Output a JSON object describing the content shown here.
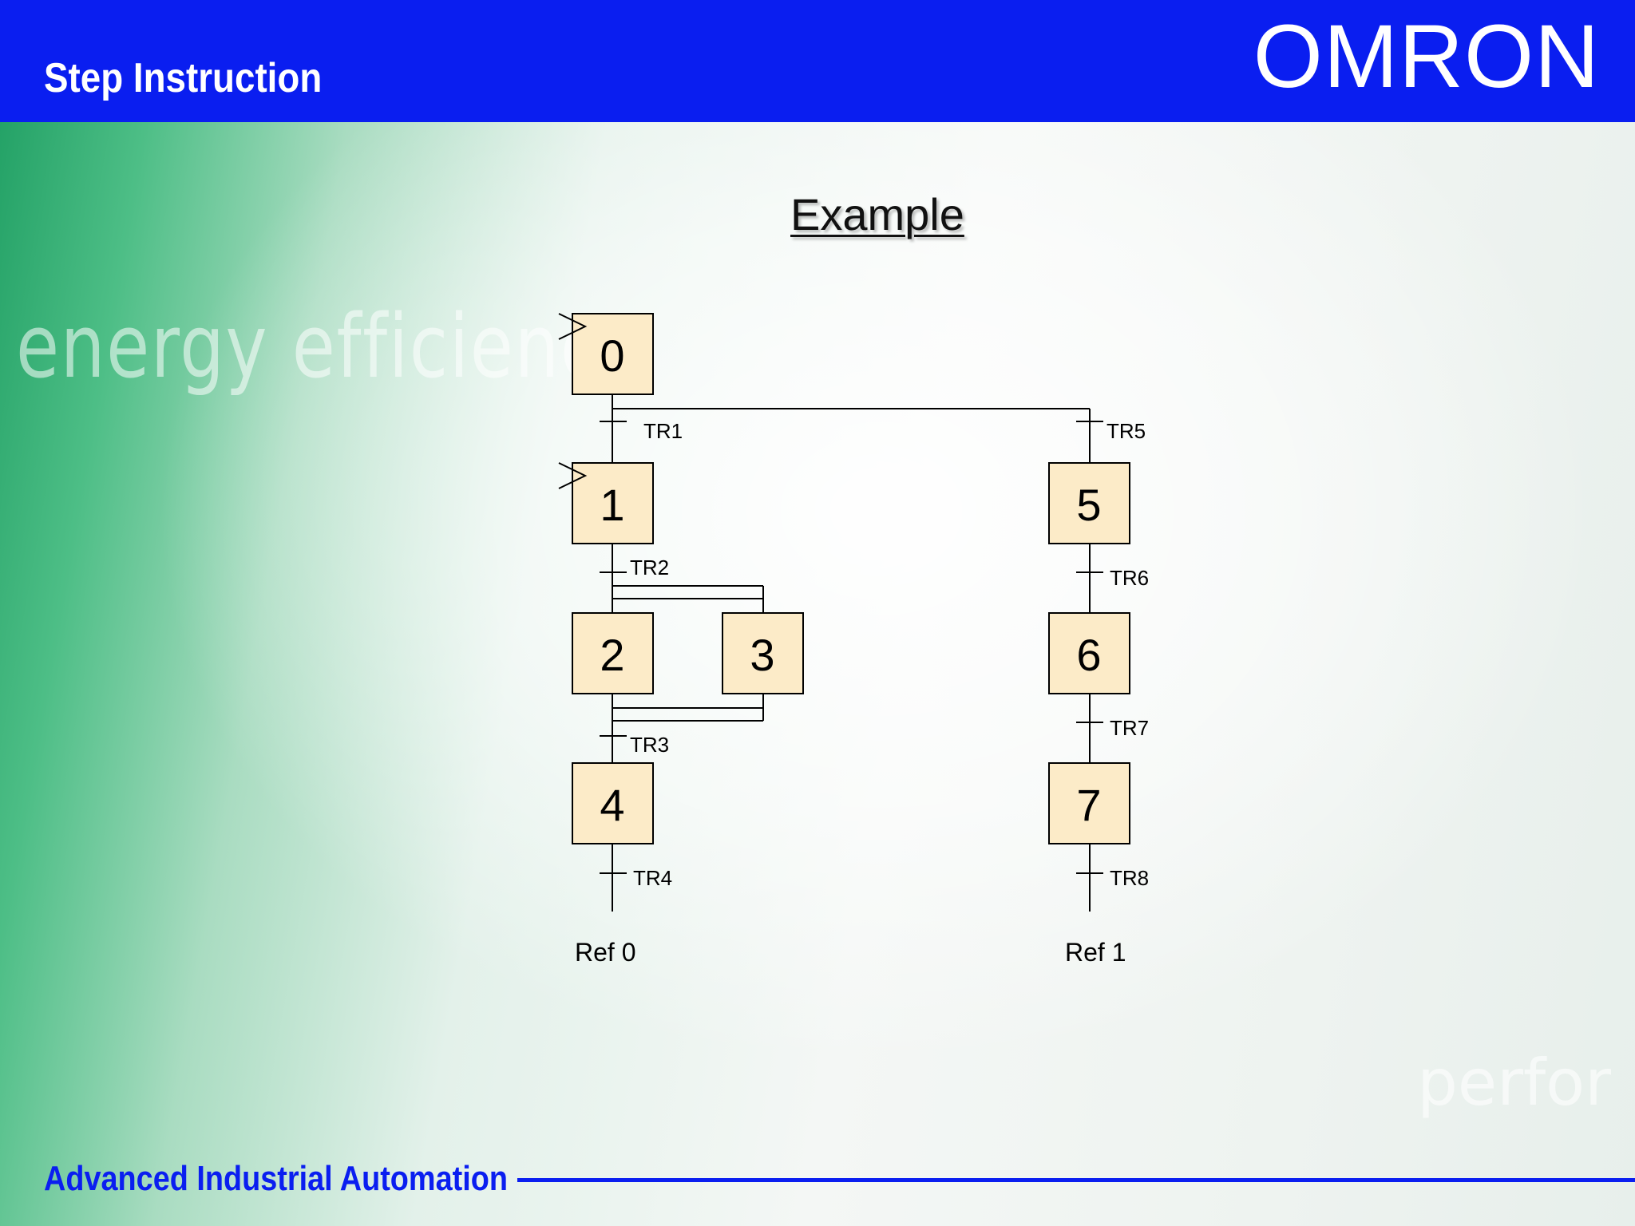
{
  "header": {
    "title": "Step Instruction",
    "brand": "OMRON"
  },
  "background": {
    "watermark_left": "energy efficiency",
    "watermark_right": "perfor"
  },
  "diagram": {
    "title": "Example",
    "steps": [
      {
        "id": "step-0",
        "label": "0",
        "initial": true
      },
      {
        "id": "step-1",
        "label": "1",
        "initial": true
      },
      {
        "id": "step-2",
        "label": "2"
      },
      {
        "id": "step-3",
        "label": "3"
      },
      {
        "id": "step-4",
        "label": "4"
      },
      {
        "id": "step-5",
        "label": "5"
      },
      {
        "id": "step-6",
        "label": "6"
      },
      {
        "id": "step-7",
        "label": "7"
      }
    ],
    "transitions": [
      "TR1",
      "TR2",
      "TR3",
      "TR4",
      "TR5",
      "TR6",
      "TR7",
      "TR8"
    ],
    "refs": [
      "Ref 0",
      "Ref 1"
    ]
  },
  "footer": {
    "title": "Advanced Industrial Automation"
  },
  "colors": {
    "brand_blue": "#0a1ef0",
    "step_fill": "#fcebc8"
  }
}
